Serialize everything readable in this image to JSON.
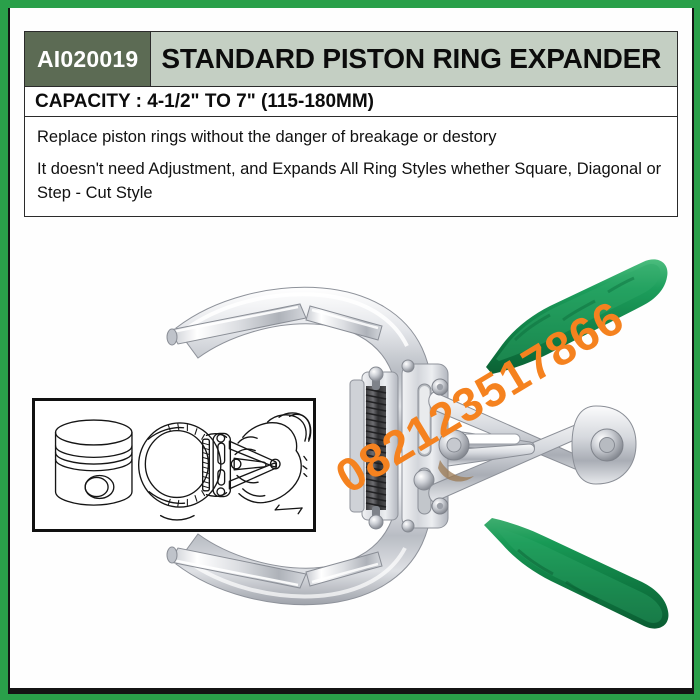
{
  "frame": {
    "border_color": "#2aa04a",
    "inner_shadow_color": "#141414",
    "background_color": "#fefefe"
  },
  "header": {
    "sku": "AI020019",
    "sku_bg_color": "#5c6b54",
    "sku_text_color": "#ffffff",
    "title": "STANDARD PISTON RING EXPANDER",
    "title_bg_color": "#c4cfc3",
    "capacity": "CAPACITY : 4-1/2\" TO 7\" (115-180MM)"
  },
  "description": {
    "lines": [
      "Replace piston rings without the danger of breakage or destory",
      "It doesn't need Adjustment, and Expands All Ring Styles whether Square, Diagonal or Step  - Cut Style"
    ]
  },
  "watermark": {
    "text": "082123517866",
    "color": "#f5821f",
    "rotation_degrees": -31
  },
  "product": {
    "name": "piston-ring-expander-pliers",
    "handle_color": "#17844a",
    "handle_highlight_color": "#3aa96c",
    "steel_color": "#d8dade",
    "steel_shadow_color": "#9a9ea6",
    "spring_color": "#4a4a4c"
  },
  "inset_diagram": {
    "name": "usage-illustration",
    "caption": "",
    "line_color": "#111111",
    "elements": [
      "piston",
      "piston-ring",
      "expander-tool",
      "hand"
    ]
  }
}
